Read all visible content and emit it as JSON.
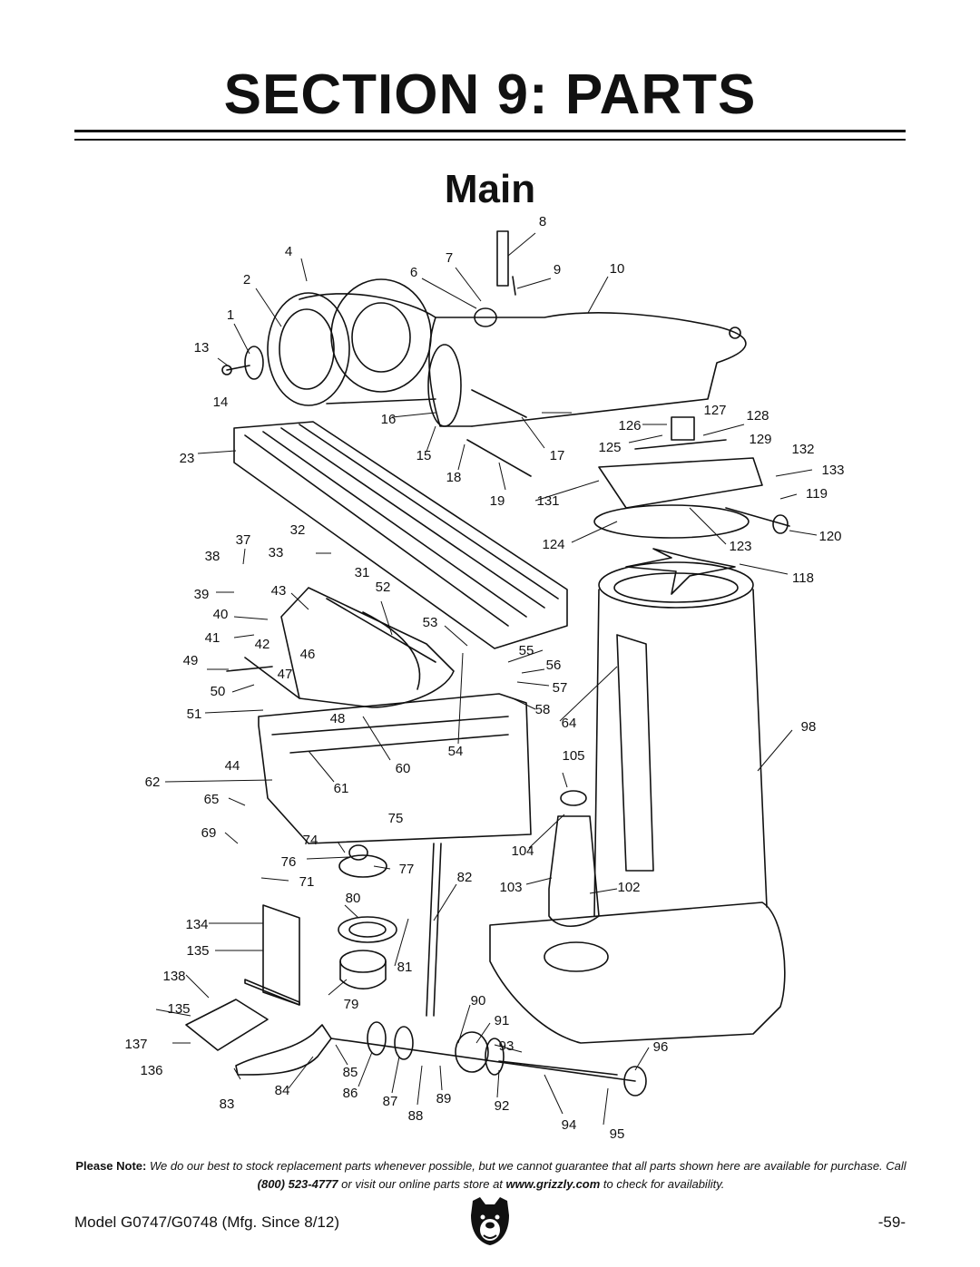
{
  "header": {
    "title": "SECTION 9: PARTS",
    "subtitle": "Main"
  },
  "callouts": [
    "1",
    "2",
    "4",
    "6",
    "7",
    "8",
    "9",
    "10",
    "13",
    "14",
    "15",
    "16",
    "17",
    "18",
    "19",
    "23",
    "31",
    "32",
    "33",
    "37",
    "38",
    "39",
    "40",
    "41",
    "42",
    "43",
    "44",
    "46",
    "47",
    "48",
    "49",
    "50",
    "51",
    "52",
    "53",
    "54",
    "55",
    "56",
    "57",
    "58",
    "60",
    "61",
    "62",
    "64",
    "65",
    "69",
    "71",
    "74",
    "75",
    "76",
    "77",
    "79",
    "80",
    "81",
    "82",
    "83",
    "84",
    "85",
    "86",
    "87",
    "88",
    "89",
    "90",
    "91",
    "92",
    "93",
    "94",
    "95",
    "96",
    "98",
    "102",
    "103",
    "104",
    "105",
    "118",
    "119",
    "120",
    "123",
    "124",
    "125",
    "126",
    "127",
    "128",
    "129",
    "131",
    "132",
    "133",
    "134",
    "135",
    "135",
    "136",
    "137",
    "138"
  ],
  "note": {
    "label": "Please Note:",
    "text_1": " We do our best to stock replacement parts whenever possible, but we cannot guarantee that all parts shown here are available for purchase. Call ",
    "phone": "(800) 523-4777",
    "text_2": " or visit our online parts store at ",
    "url": "www.grizzly.com",
    "text_3": " to check for availability."
  },
  "footer": {
    "model": "Model G0747/G0748 (Mfg. Since 8/12)",
    "page": "-59-"
  },
  "logo_icon": "bear-head-logo-icon"
}
